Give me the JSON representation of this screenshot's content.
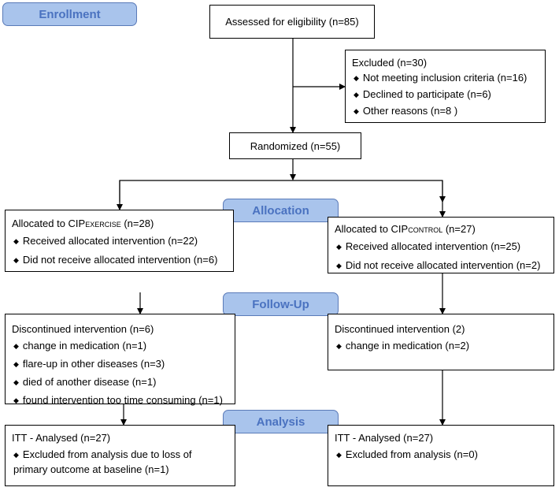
{
  "stages": {
    "enrollment": "Enrollment",
    "allocation": "Allocation",
    "follow_up": "Follow-Up",
    "analysis": "Analysis"
  },
  "assessed": "Assessed for eligibility (n=85)",
  "excluded": {
    "title": "Excluded (n=30)",
    "items": [
      "Not meeting inclusion criteria (n=16)",
      "Declined to participate (n=6)",
      "Other reasons (n=8 )"
    ]
  },
  "randomized": "Randomized (n=55)",
  "allocation_left": {
    "title_prefix": "Allocated to CIP",
    "title_sub": "EXERCISE",
    "title_suffix": " (n=28)",
    "items": [
      "Received allocated intervention (n=22)",
      "Did not receive allocated intervention (n=6)"
    ]
  },
  "allocation_right": {
    "title_prefix": "Allocated to CIP",
    "title_sub": "CONTROL",
    "title_suffix": " (n=27)",
    "items": [
      "Received allocated intervention (n=25)",
      "Did not receive allocated intervention (n=2)"
    ]
  },
  "followup_left": {
    "title": "Discontinued intervention (n=6)",
    "items": [
      "change in medication (n=1)",
      "flare-up in other diseases (n=3)",
      "died of another disease (n=1)",
      "found intervention too time consuming (n=1)"
    ]
  },
  "followup_right": {
    "title": "Discontinued intervention (2)",
    "items": [
      "change in medication (n=2)"
    ]
  },
  "analysis_left": {
    "title": "ITT - Analysed (n=27)",
    "items": [
      "Excluded from analysis due to loss of primary outcome at baseline (n=1)"
    ]
  },
  "analysis_right": {
    "title": "ITT - Analysed (n=27)",
    "items": [
      "Excluded from analysis (n=0)"
    ]
  }
}
